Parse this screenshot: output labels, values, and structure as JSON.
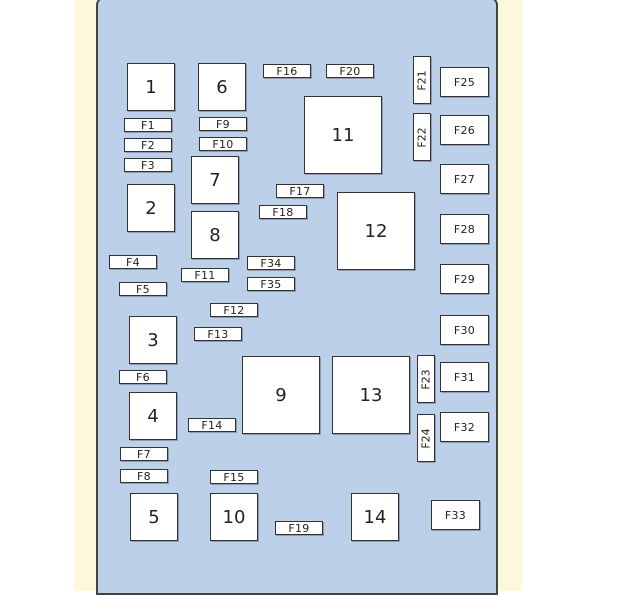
{
  "relays": [
    "1",
    "2",
    "3",
    "4",
    "5",
    "6",
    "7",
    "8",
    "9",
    "10",
    "11",
    "12",
    "13",
    "14"
  ],
  "fuses": {
    "F1": "F1",
    "F2": "F2",
    "F3": "F3",
    "F4": "F4",
    "F5": "F5",
    "F6": "F6",
    "F7": "F7",
    "F8": "F8",
    "F9": "F9",
    "F10": "F10",
    "F11": "F11",
    "F12": "F12",
    "F13": "F13",
    "F14": "F14",
    "F15": "F15",
    "F16": "F16",
    "F17": "F17",
    "F18": "F18",
    "F19": "F19",
    "F20": "F20",
    "F21": "F21",
    "F22": "F22",
    "F23": "F23",
    "F24": "F24",
    "F25": "F25",
    "F26": "F26",
    "F27": "F27",
    "F28": "F28",
    "F29": "F29",
    "F30": "F30",
    "F31": "F31",
    "F32": "F32",
    "F33": "F33",
    "F34": "F34",
    "F35": "F35"
  },
  "colors": {
    "panel": "#bcd0ea",
    "side_strip": "#fbf9da",
    "box_fill": "#ffffff",
    "outline": "#333333"
  }
}
